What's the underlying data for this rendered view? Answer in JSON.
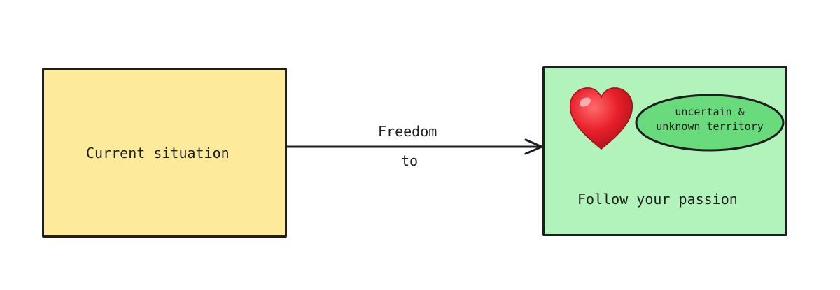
{
  "diagram": {
    "source_box": {
      "label": "Current situation",
      "fill": "#fdeb9b"
    },
    "target_box": {
      "label": "Follow your passion",
      "fill": "#b2f2bb"
    },
    "edge": {
      "label_top": "Freedom",
      "label_bottom": "to",
      "stroke": "#1e1e1e"
    },
    "heart": {
      "icon": "heart-icon",
      "color": "#e8202a"
    },
    "ellipse": {
      "line1": "uncertain &",
      "line2": "unknown territory",
      "fill": "#69db7c"
    }
  }
}
